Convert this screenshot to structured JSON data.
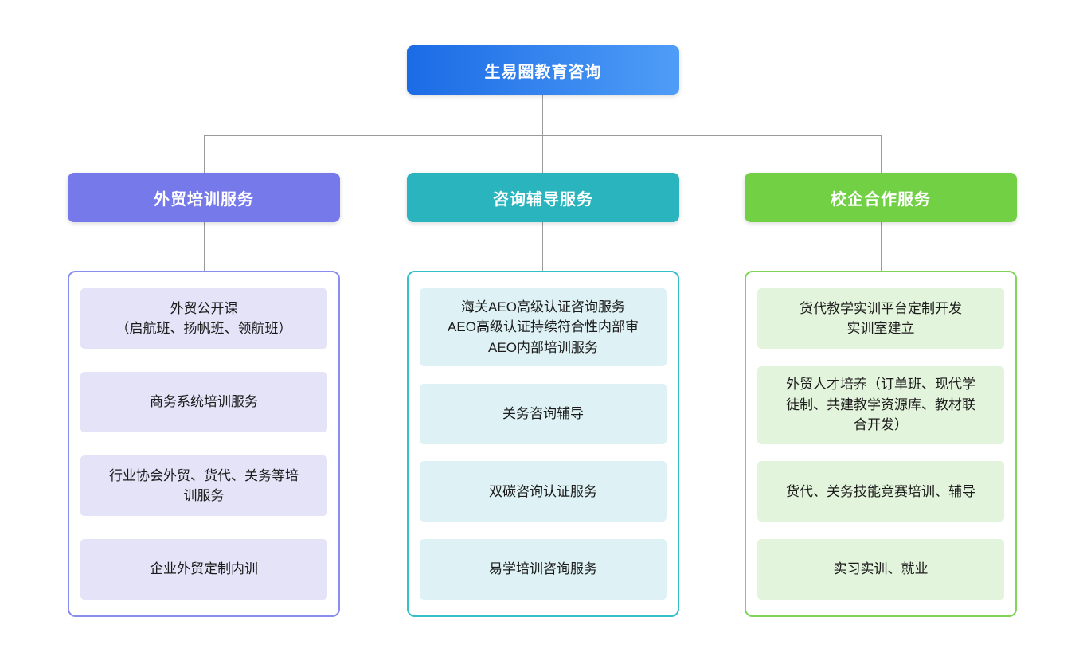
{
  "root": {
    "label": "生易圈教育咨询"
  },
  "columns": [
    {
      "header": "外贸培训服务",
      "items": [
        "外贸公开课\n（启航班、扬帆班、领航班）",
        "商务系统培训服务",
        "行业协会外贸、货代、关务等培\n训服务",
        "企业外贸定制内训"
      ]
    },
    {
      "header": "咨询辅导服务",
      "items": [
        "海关AEO高级认证咨询服务\nAEO高级认证持续符合性内部审\nAEO内部培训服务",
        "关务咨询辅导",
        "双碳咨询认证服务",
        "易学培训咨询服务"
      ]
    },
    {
      "header": "校企合作服务",
      "items": [
        "货代教学实训平台定制开发\n实训室建立",
        "外贸人才培养（订单班、现代学\n徒制、共建教学资源库、教材联\n合开发）",
        "货代、关务技能竞赛培训、辅导",
        "实习实训、就业"
      ]
    }
  ],
  "theme": {
    "line-color": "#9a9a9a",
    "root-grad-start": "#1b6be5",
    "root-grad-end": "#4f9df7",
    "purple-header": "#7679ea",
    "purple-border": "#8a8cef",
    "purple-fill": "#e4e3f8",
    "teal-header": "#2ab4bd",
    "teal-border": "#36bfc7",
    "teal-fill": "#def1f4",
    "green-header": "#71d044",
    "green-border": "#80d455",
    "green-fill": "#e3f4dc"
  }
}
